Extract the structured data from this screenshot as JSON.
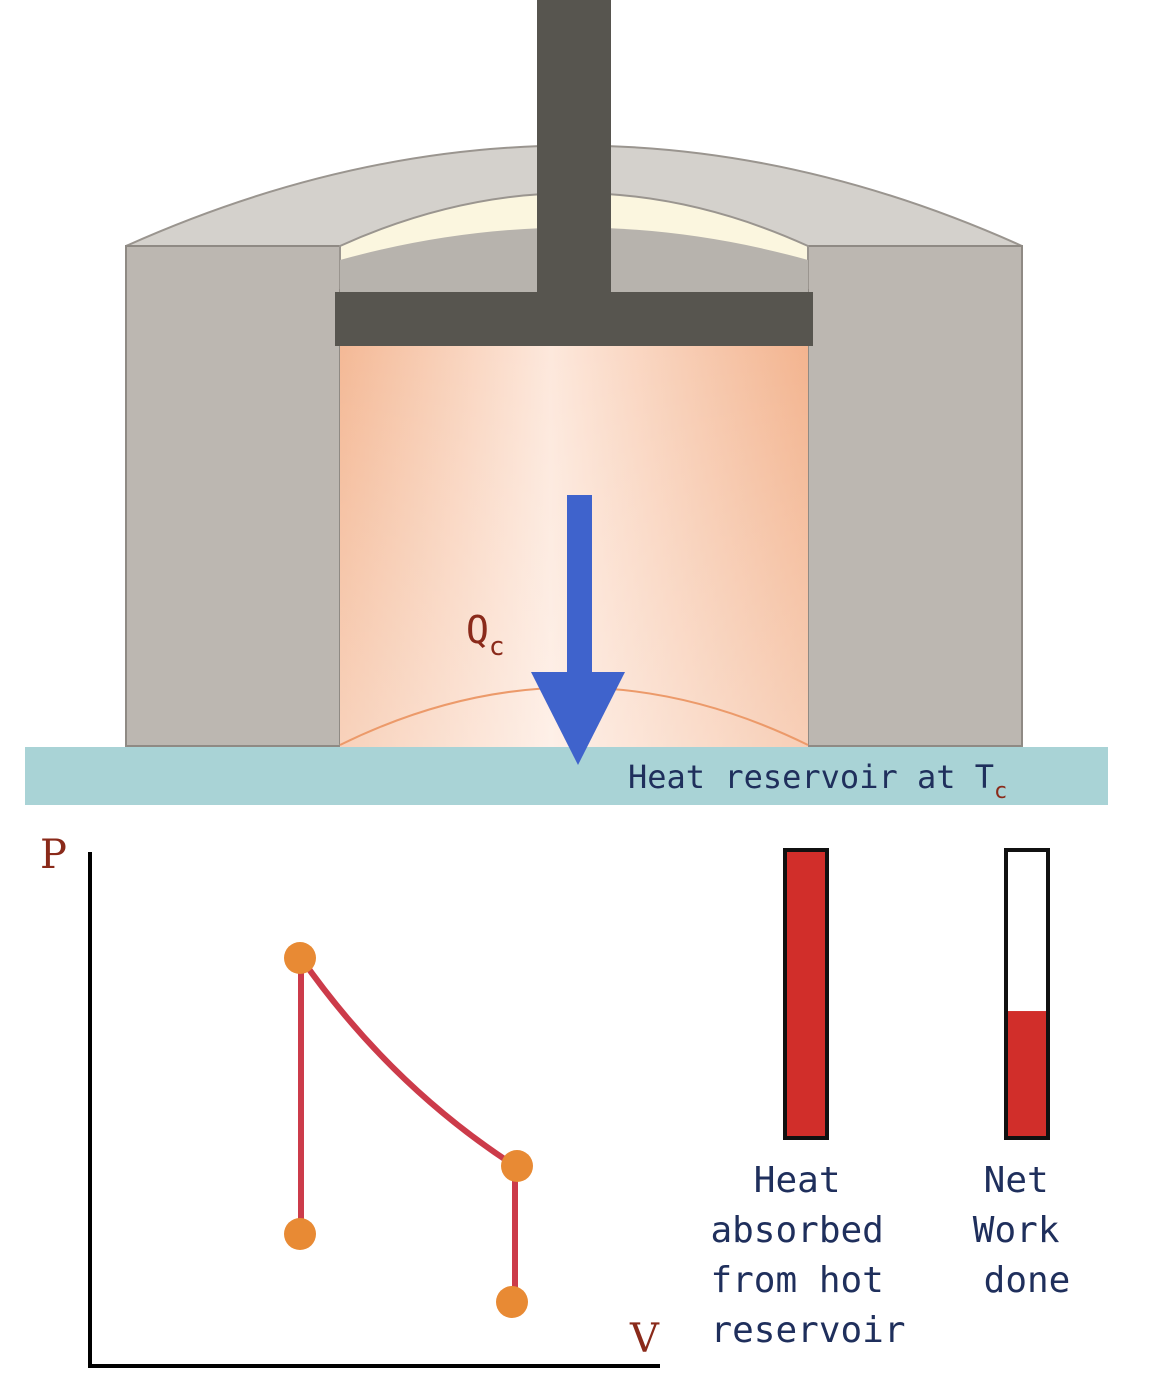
{
  "diagram": {
    "heat_arrow_label": {
      "main": "Q",
      "sub": "c"
    },
    "reservoir_label": {
      "main": "Heat reservoir at T",
      "sub": "c"
    },
    "colors": {
      "cylinder_outer": "#bdb8b2",
      "cylinder_top": "#d3d0cb",
      "piston": "#57554f",
      "gas": "#f6c7a8",
      "reservoir": "#a9d3d6",
      "arrow": "#3f63cc",
      "label_dark_blue": "#1f2f5c",
      "label_red": "#8a2a1a",
      "curve": "#cc3b4a",
      "point": "#e88a34",
      "bar_fill": "#d12e2a"
    }
  },
  "pv_chart": {
    "y_axis_label": "P",
    "x_axis_label": "V"
  },
  "bars": [
    {
      "label_lines": [
        "Heat",
        "absorbed",
        "from hot",
        "reservoir"
      ],
      "fill_fraction": 1.0
    },
    {
      "label_lines": [
        "Net",
        "Work",
        "done"
      ],
      "fill_fraction": 0.44
    }
  ]
}
